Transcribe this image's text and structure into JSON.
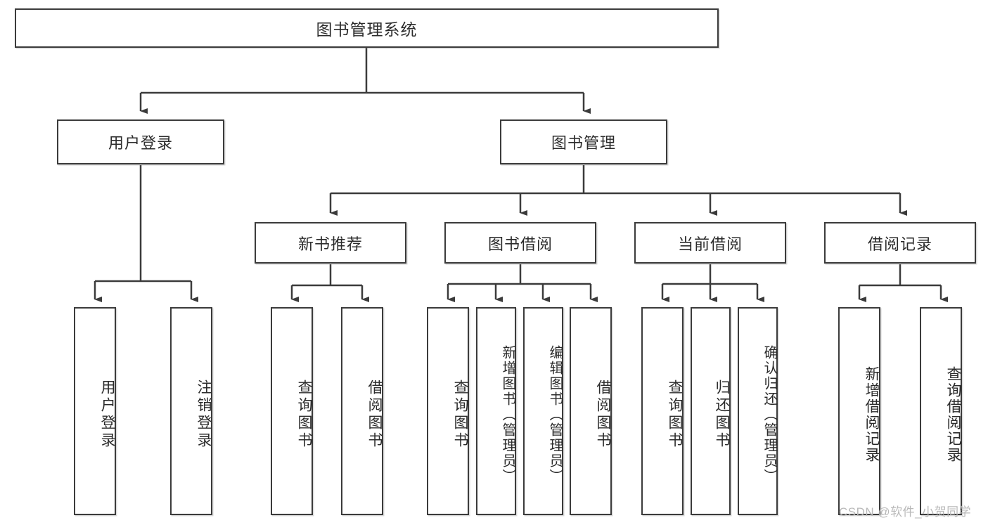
{
  "diagram": {
    "title": "图书管理系统",
    "type": "tree-hierarchy-functional-decomposition",
    "root": {
      "id": "root",
      "label": "图书管理系统"
    },
    "level2": [
      {
        "id": "user-login",
        "label": "用户登录"
      },
      {
        "id": "book-management",
        "label": "图书管理"
      }
    ],
    "level3": [
      {
        "id": "new-book-recommend",
        "label": "新书推荐"
      },
      {
        "id": "book-borrow",
        "label": "图书借阅"
      },
      {
        "id": "current-borrow",
        "label": "当前借阅"
      },
      {
        "id": "borrow-record",
        "label": "借阅记录"
      }
    ],
    "leaves": {
      "user_login": [
        {
          "id": "leaf-user-login",
          "label": "用户登录"
        },
        {
          "id": "leaf-logout-login",
          "label": "注销登录"
        }
      ],
      "new_book_recommend": [
        {
          "id": "leaf-query-book-1",
          "label": "查询图书"
        },
        {
          "id": "leaf-borrow-book-1",
          "label": "借阅图书"
        }
      ],
      "book_borrow": [
        {
          "id": "leaf-query-book-2",
          "label": "查询图书"
        },
        {
          "id": "leaf-add-book",
          "label": "新增图书（管理员）"
        },
        {
          "id": "leaf-edit-book",
          "label": "编辑图书（管理员）"
        },
        {
          "id": "leaf-borrow-book-2",
          "label": "借阅图书"
        }
      ],
      "current_borrow": [
        {
          "id": "leaf-query-book-3",
          "label": "查询图书"
        },
        {
          "id": "leaf-return-book",
          "label": "归还图书"
        },
        {
          "id": "leaf-confirm-return",
          "label": "确认归还（管理员）"
        }
      ],
      "borrow_record": [
        {
          "id": "leaf-add-record",
          "label": "新增借阅记录"
        },
        {
          "id": "leaf-query-record",
          "label": "查询借阅记录"
        }
      ]
    }
  },
  "watermark": {
    "text": "CSDN @软件_小贺同学"
  },
  "colors": {
    "stroke": "#3b3b3b",
    "box_fill": "#ffffff",
    "text": "#2b2b2b",
    "watermark": "#b9b9b9",
    "background": "#ffffff"
  }
}
